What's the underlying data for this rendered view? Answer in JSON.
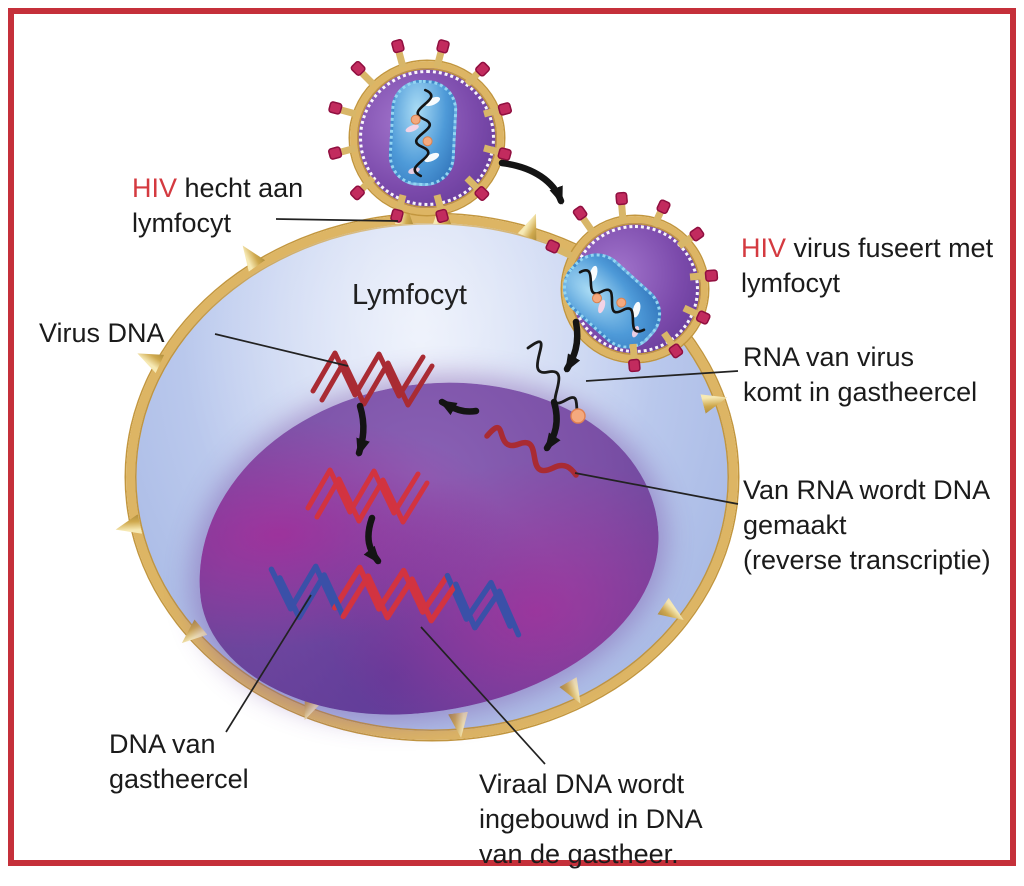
{
  "colors": {
    "frame_red": "#c5303a",
    "hiv_red": "#d43a40",
    "text": "#1b1b1b",
    "membrane_gold": "#ddb564",
    "cell_fill": "#bdcbee",
    "nucleus_purple": "#7b50a6",
    "nucleus_magenta": "#a82f90",
    "virus_purple": "#7b4aab",
    "capsid_blue": "#4e9ad8",
    "viral_dna_red": "#a92b33",
    "new_dna_red": "#d23340",
    "host_dna_blue": "#3a50a8",
    "rna_black": "#1a1a1a",
    "spike_crimson": "#c22b5e",
    "orange_dot": "#f4a97e"
  },
  "cell": {
    "label": "Lymfocyt"
  },
  "callouts": {
    "attach": {
      "highlight": "HIV",
      "text": " hecht aan\nlymfocyt"
    },
    "fuse": {
      "highlight": "HIV",
      "text": " virus fuseert met\nlymfocyt"
    },
    "virus_dna": {
      "text": "Virus DNA"
    },
    "rna_entry": {
      "text": "RNA van virus\nkomt in gastheercel"
    },
    "reverse_transcription": {
      "text": "Van RNA wordt DNA\ngemaakt\n(reverse transcriptie)"
    },
    "host_dna": {
      "text": "DNA van\ngastheercel"
    },
    "viral_integration": {
      "text": "Viraal DNA wordt\ningebouwd in DNA\nvan de gastheer."
    }
  },
  "icons": {
    "virion": "hiv-virion-icon",
    "capsid": "capsid-icon",
    "rna": "rna-strand-icon",
    "dna": "dna-strand-icon",
    "arrow": "process-arrow-icon"
  }
}
